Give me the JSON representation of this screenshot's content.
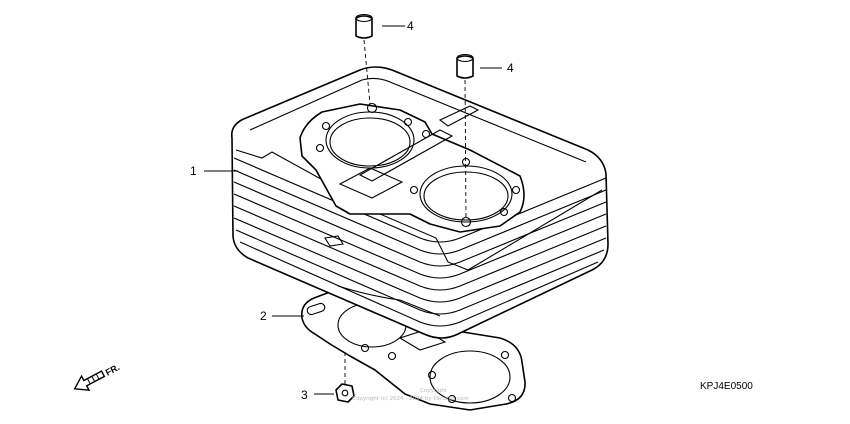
{
  "callouts": [
    {
      "id": "1",
      "label": "1"
    },
    {
      "id": "2",
      "label": "2"
    },
    {
      "id": "3",
      "label": "3"
    },
    {
      "id": "4a",
      "label": "4"
    },
    {
      "id": "4b",
      "label": "4"
    }
  ],
  "diagram_code": "KPJ4E0500",
  "direction_label": "FR.",
  "watermark": {
    "line1": "Copyright",
    "line2": "Copyright (c) 2024 - 2024 by Partzilla.com"
  }
}
